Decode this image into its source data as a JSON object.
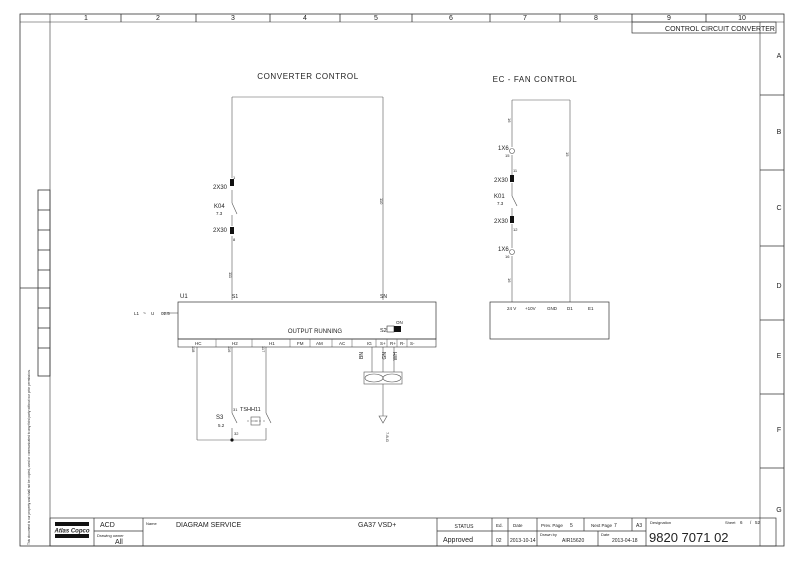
{
  "border": {
    "columns": [
      "1",
      "2",
      "3",
      "4",
      "5",
      "6",
      "7",
      "8",
      "9",
      "10"
    ],
    "rows": [
      "A",
      "B",
      "C",
      "D",
      "E",
      "F",
      "G"
    ]
  },
  "sheet_title": "CONTROL CIRCUIT CONVERTER",
  "converter": {
    "title": "CONVERTER CONTROL",
    "terminal_2x30_top": "2X30",
    "terminal_2x30_top_pin": "1",
    "relay_label": "K04",
    "relay_ref": "7.3",
    "terminal_2x30_bottom": "2X30",
    "terminal_2x30_bottom_pin": "8",
    "wire_111": "111",
    "wire_110": "110",
    "unit_label": "U1",
    "pin_s1": "S1",
    "pin_sn": "SN",
    "supply_l1": "L1",
    "supply_u": "U",
    "supply_ref": "02.5",
    "output_label": "OUTPUT RUNNING",
    "switch_s2": "S2",
    "switch_on": "ON",
    "bottom_pins": [
      "HC",
      "H2",
      "H1",
      "FM",
      "AM",
      "AC",
      "IG",
      "S+",
      "R+",
      "R-",
      "S-"
    ],
    "wire_118": "118",
    "wire_116": "116",
    "wire_117": "117",
    "fan_wires": [
      "BN",
      "GN",
      "WH"
    ],
    "fan_ref": "7.8-G",
    "s3_label": "S3",
    "s3_ref": "5.2",
    "tsh_label": "TSHH11",
    "tsh_pins": [
      "31"
    ],
    "s3_pin_bottom": "32"
  },
  "ecfan": {
    "title": "EC - FAN CONTROL",
    "wire_top": "16",
    "x1k6_top": "1X6",
    "x1k6_top_pin": "15",
    "wire_15": "15",
    "terminal_top": "2X30",
    "terminal_top_pin": "11",
    "relay_label": "K01",
    "relay_ref": "7.3",
    "terminal_bottom": "2X30",
    "terminal_bottom_pin": "12",
    "x1k6_bottom": "1X6",
    "x1k6_bottom_pin": "16",
    "wire_16": "16",
    "box_pins": [
      "24 V",
      "+10V",
      "GND",
      "D1",
      "E1"
    ]
  },
  "side_note": "This document is our property and shall not be copied, used or communicated to any third party without our prior permission.",
  "title_block": {
    "logo": "Atlas Copco",
    "acd": "ACD",
    "drawing_owner_label": "Drawing owner",
    "drawing_owner": "All",
    "name_label": "Name",
    "name": "DIAGRAM SERVICE",
    "model": "GA37 VSD+",
    "status_label": "STATUS",
    "status": "Approved",
    "ed_label": "Ed.",
    "ed": "02",
    "date_label": "Date",
    "date": "2013-10-14",
    "prev_page_label": "Prev. Page",
    "prev_page": "5",
    "next_page_label": "Next Page",
    "next_page": "7",
    "size": "A3",
    "drawn_by_label": "Drawn by",
    "drawn_by": "AIR15620",
    "date2_label": "Date",
    "date2": "2013-04-18",
    "designation_label": "Designation",
    "designation": "9820 7071 02",
    "sheet_label": "Sheet",
    "sheet": "6",
    "sheet_total": "52"
  }
}
